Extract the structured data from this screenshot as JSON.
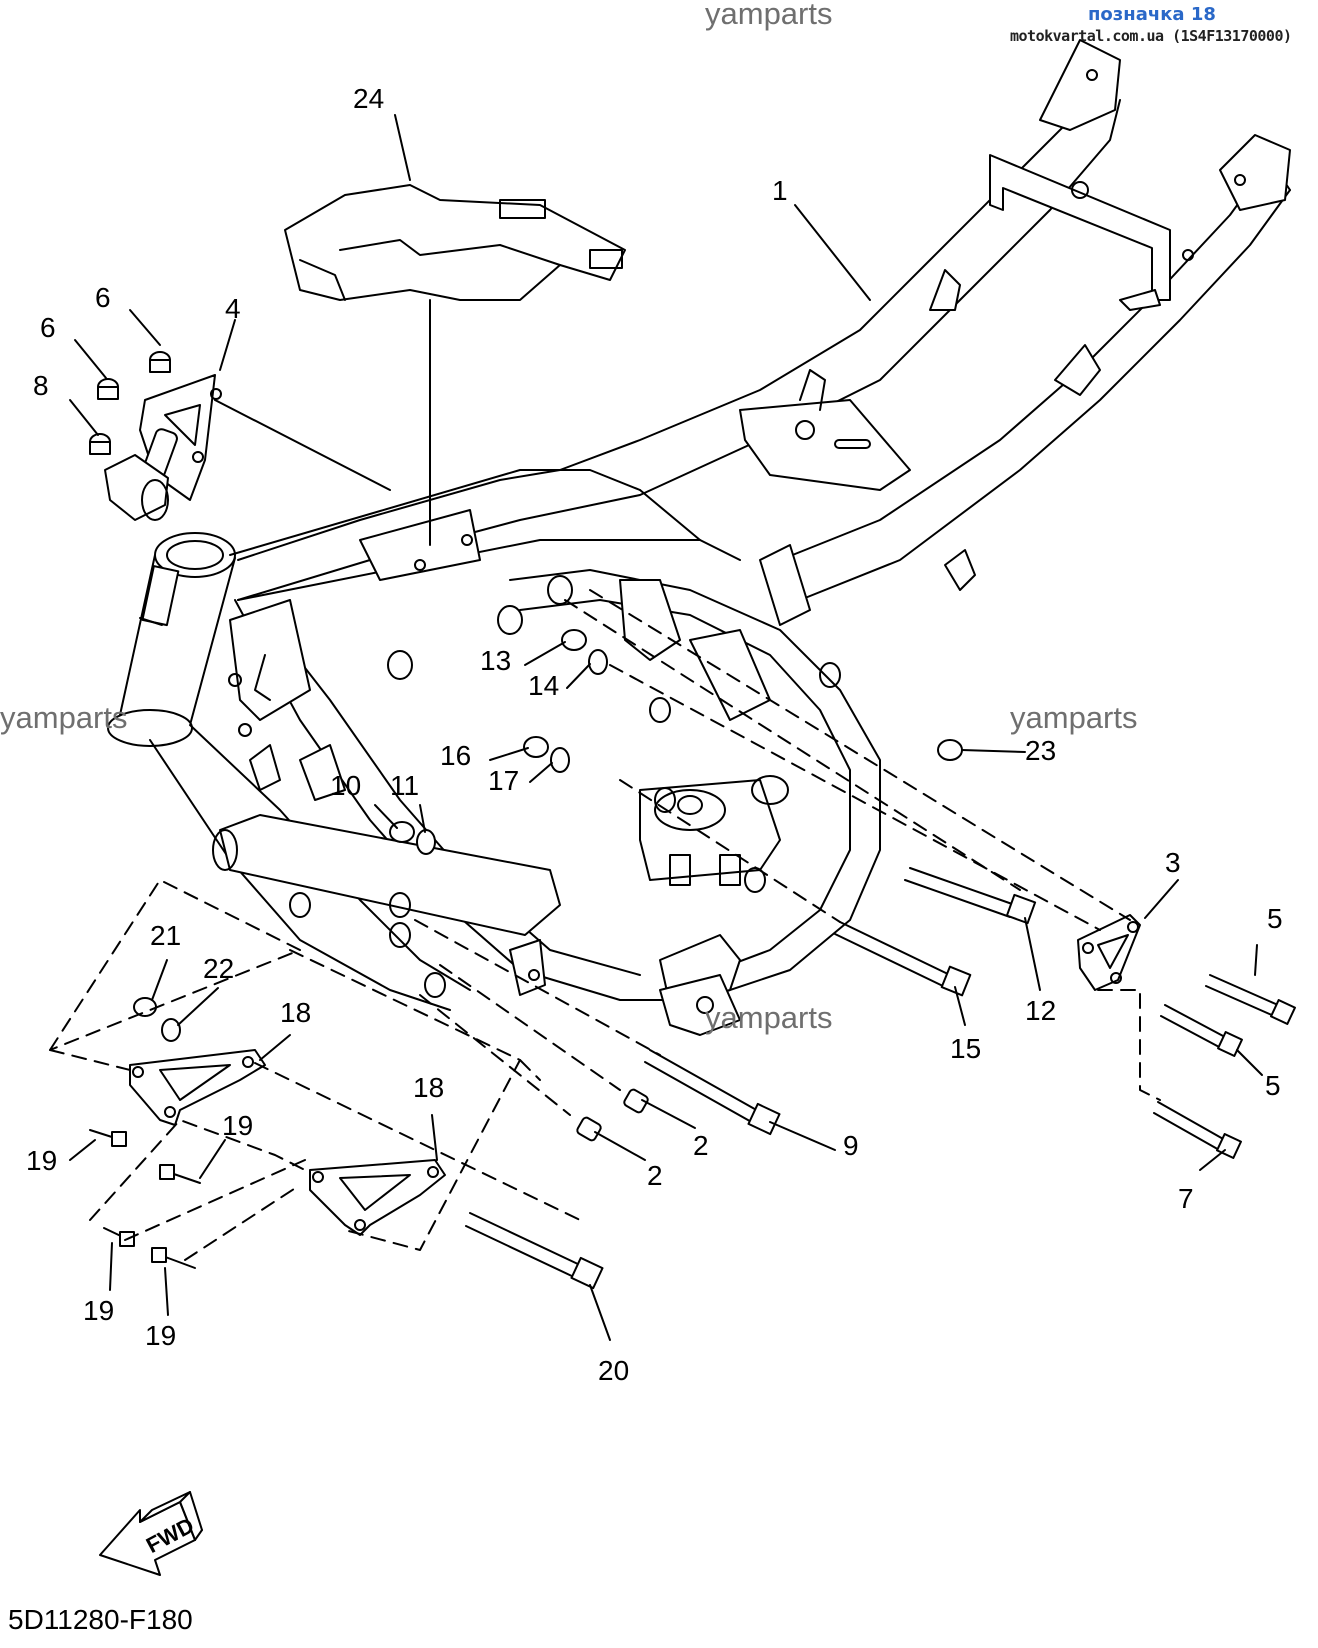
{
  "watermarks": {
    "top": "yamparts",
    "left": "yamparts",
    "right": "yamparts",
    "bottom": "yamparts"
  },
  "header": {
    "tag": "позначка 18",
    "source": "motokvartal.com.ua (1S4F13170000)"
  },
  "diagram_code": "5D11280-F180",
  "fwd_label": "FWD",
  "callouts": {
    "c1": "1",
    "c2a": "2",
    "c2b": "2",
    "c3": "3",
    "c4": "4",
    "c5a": "5",
    "c5b": "5",
    "c6a": "6",
    "c6b": "6",
    "c7": "7",
    "c8": "8",
    "c9": "9",
    "c10": "10",
    "c11": "11",
    "c12": "12",
    "c13": "13",
    "c14": "14",
    "c15": "15",
    "c16": "16",
    "c17": "17",
    "c18a": "18",
    "c18b": "18",
    "c19a": "19",
    "c19b": "19",
    "c19c": "19",
    "c19d": "19",
    "c20": "20",
    "c21": "21",
    "c22": "22",
    "c23": "23",
    "c24": "24"
  },
  "colors": {
    "line": "#000000",
    "watermark": "#6f6f6f",
    "tag": "#2a68c8"
  }
}
